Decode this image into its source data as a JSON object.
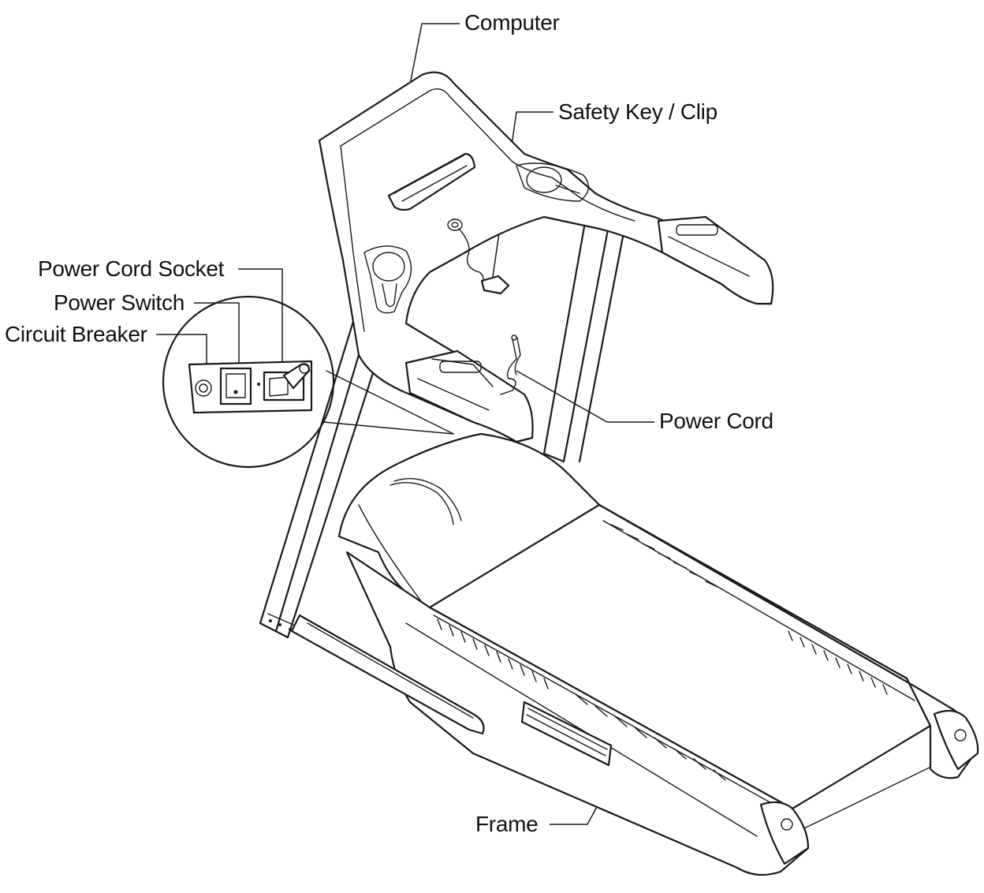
{
  "labels": {
    "computer": "Computer",
    "safety_key": "Safety Key / Clip",
    "power_cord_socket": "Power Cord Socket",
    "power_switch": "Power Switch",
    "circuit_breaker": "Circuit Breaker",
    "power_cord": "Power Cord",
    "frame": "Frame"
  },
  "colors": {
    "line": "#1a1a1a",
    "background": "#ffffff"
  }
}
